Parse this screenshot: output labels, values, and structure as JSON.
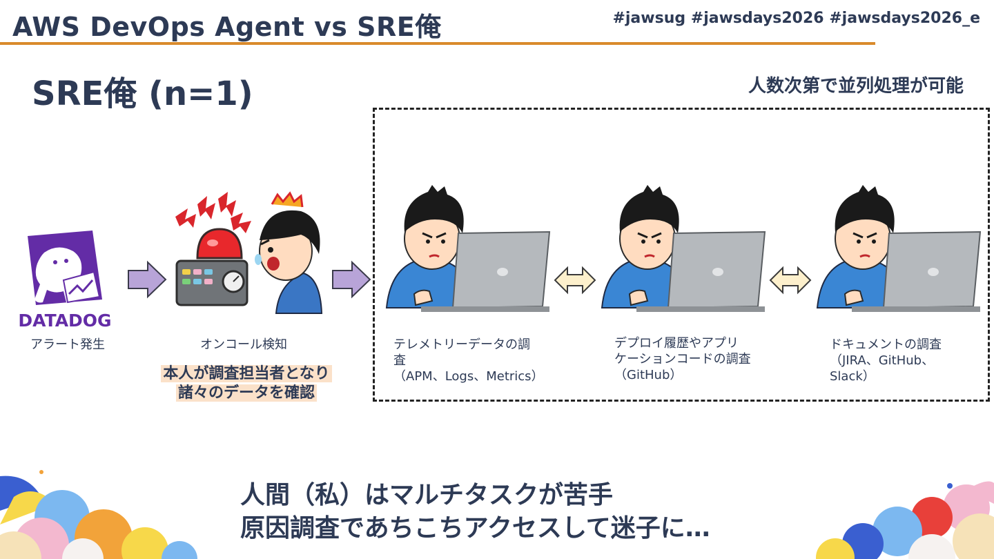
{
  "header": {
    "title": "AWS DevOps Agent vs SRE俺",
    "tags": "#jawsug #jawsdays2026 #jawsdays2026_e"
  },
  "slide": {
    "heading": "SRE俺 (n=1)",
    "parallel_note": "人数次第で並列処理が可能"
  },
  "flow": {
    "alert": {
      "logo_text": "DATADOG",
      "label": "アラート発生",
      "icon": "datadog-logo"
    },
    "oncall": {
      "label": "オンコール検知",
      "icon": "siren-alarm",
      "note_line1": "本人が調査担当者となり",
      "note_line2": "諸々のデータを確認"
    },
    "telemetry": {
      "line1": "テレメトリーデータの調",
      "line2": "査",
      "line3": "（APM、Logs、Metrics）"
    },
    "deploy": {
      "line1": "デプロイ履歴やアプリ",
      "line2": "ケーションコードの調査",
      "line3": "（GitHub）"
    },
    "docs": {
      "line1": "ドキュメントの調査",
      "line2": "（JIRA、GitHub、",
      "line3": "Slack）"
    }
  },
  "footer": {
    "line1": "人間（私）はマルチタスクが苦手",
    "line2": "原因調査であちこちアクセスして迷子に…"
  },
  "colors": {
    "text": "#2d3a55",
    "accent_rule": "#d98a2b",
    "datadog_purple": "#632ca6",
    "arrow_purple": "#b8a4d8",
    "arrow_cream": "#fdf0cc",
    "note_highlight": "#fbe1c9"
  }
}
